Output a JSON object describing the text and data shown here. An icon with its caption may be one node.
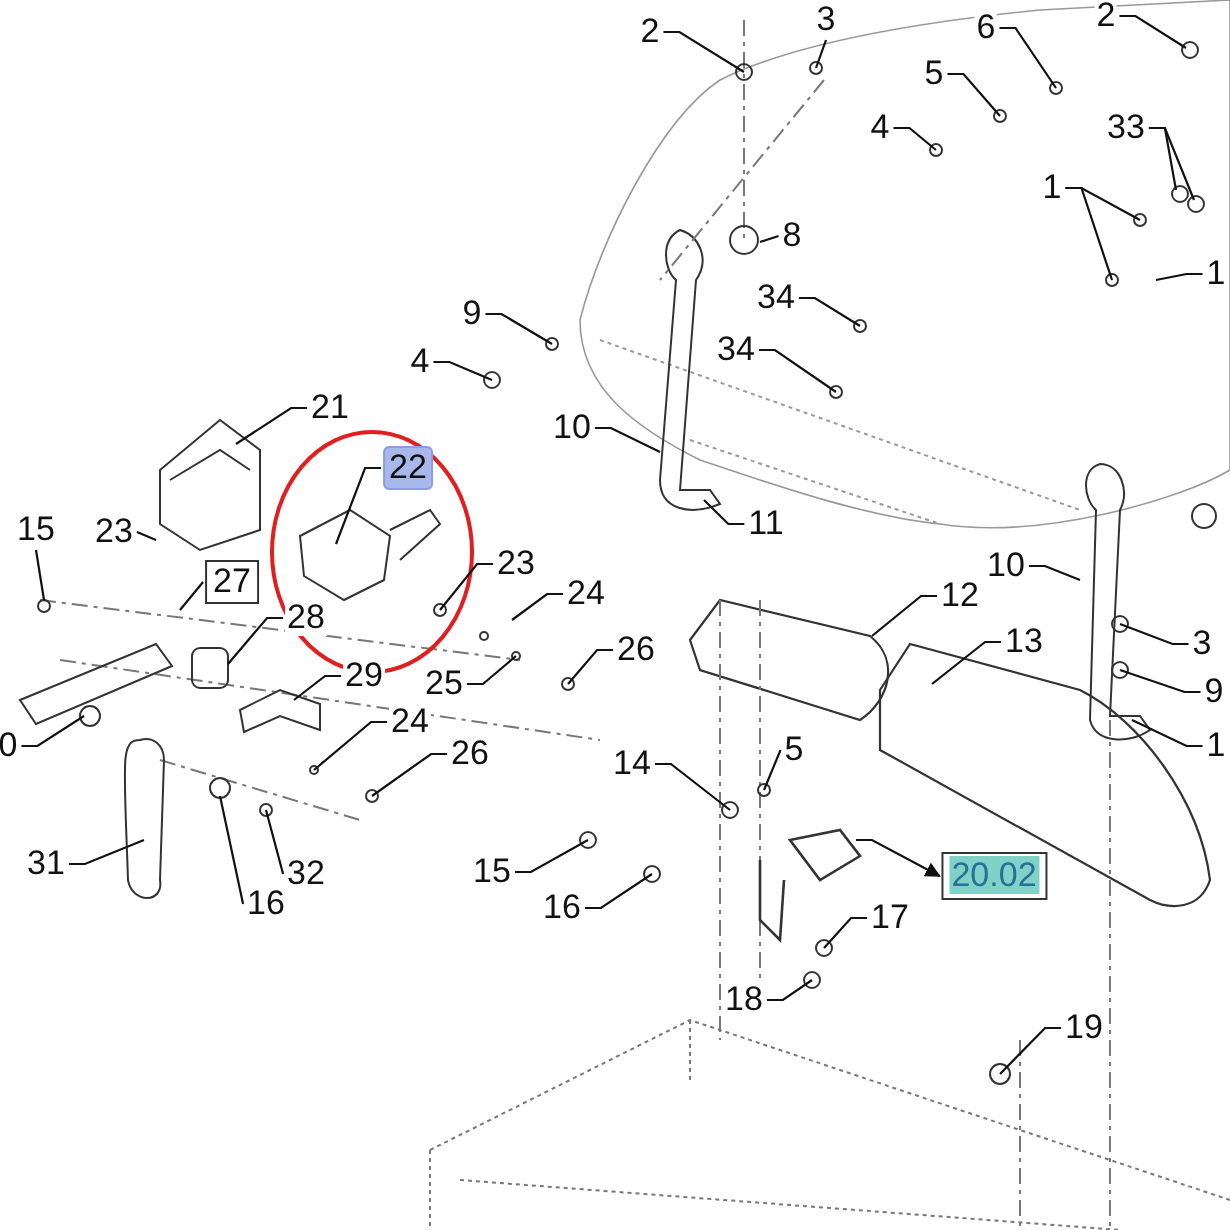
{
  "diagram": {
    "nodes": [
      {
        "text": [
          "2"
        ]
      },
      {
        "text": [
          "3"
        ]
      },
      {
        "text": [
          "2"
        ]
      },
      {
        "text": [
          "6"
        ]
      },
      {
        "text": [
          "5"
        ]
      },
      {
        "text": [
          "4"
        ]
      },
      {
        "text": [
          "33"
        ]
      },
      {
        "text": [
          "1"
        ]
      },
      {
        "text": [
          "1"
        ]
      },
      {
        "text": [
          "8"
        ]
      },
      {
        "text": [
          "9"
        ]
      },
      {
        "text": [
          "4"
        ]
      },
      {
        "text": [
          "34"
        ]
      },
      {
        "text": [
          "34"
        ]
      },
      {
        "text": [
          "10"
        ]
      },
      {
        "text": [
          "11"
        ]
      },
      {
        "text": [
          "21"
        ]
      },
      {
        "text": [
          "22"
        ]
      },
      {
        "text": [
          "15"
        ]
      },
      {
        "text": [
          "23"
        ]
      },
      {
        "text": [
          "27"
        ]
      },
      {
        "text": [
          "23"
        ]
      },
      {
        "text": [
          "24"
        ]
      },
      {
        "text": [
          "28"
        ]
      },
      {
        "text": [
          "29"
        ]
      },
      {
        "text": [
          "25"
        ]
      },
      {
        "text": [
          "26"
        ]
      },
      {
        "text": [
          "24"
        ]
      },
      {
        "text": [
          "26"
        ]
      },
      {
        "text": [
          "0"
        ]
      },
      {
        "text": [
          "31"
        ]
      },
      {
        "text": [
          "32"
        ]
      },
      {
        "text": [
          "16"
        ]
      },
      {
        "text": [
          "15"
        ]
      },
      {
        "text": [
          "16"
        ]
      },
      {
        "text": [
          "14"
        ]
      },
      {
        "text": [
          "5"
        ]
      },
      {
        "text": [
          "12"
        ]
      },
      {
        "text": [
          "13"
        ]
      },
      {
        "text": [
          "3"
        ]
      },
      {
        "text": [
          "9"
        ]
      },
      {
        "text": [
          "1"
        ]
      },
      {
        "text": [
          "10"
        ]
      },
      {
        "text": [
          "20.02"
        ]
      },
      {
        "text": [
          "17"
        ]
      },
      {
        "text": [
          "18"
        ]
      },
      {
        "text": [
          "19"
        ]
      }
    ],
    "edges": [
      {
        "from": 0,
        "to": null,
        "arrow": "none"
      },
      {
        "from": 1,
        "to": null,
        "arrow": "none"
      },
      {
        "from": 2,
        "to": null,
        "arrow": "none"
      },
      {
        "from": 3,
        "to": null,
        "arrow": "none"
      },
      {
        "from": 4,
        "to": null,
        "arrow": "none"
      },
      {
        "from": 5,
        "to": null,
        "arrow": "none"
      },
      {
        "from": 6,
        "to": null,
        "arrow": "none"
      },
      {
        "from": 6,
        "to": null,
        "arrow": "none"
      },
      {
        "from": 7,
        "to": null,
        "arrow": "none"
      },
      {
        "from": 7,
        "to": null,
        "arrow": "none"
      },
      {
        "from": 8,
        "to": null,
        "arrow": "none"
      },
      {
        "from": 9,
        "to": null,
        "arrow": "none"
      },
      {
        "from": 10,
        "to": null,
        "arrow": "none"
      },
      {
        "from": 11,
        "to": null,
        "arrow": "none"
      },
      {
        "from": 12,
        "to": null,
        "arrow": "none"
      },
      {
        "from": 13,
        "to": null,
        "arrow": "none"
      },
      {
        "from": 14,
        "to": null,
        "arrow": "none"
      },
      {
        "from": 15,
        "to": null,
        "arrow": "none"
      },
      {
        "from": 16,
        "to": null,
        "arrow": "none"
      },
      {
        "from": 17,
        "to": null,
        "arrow": "none"
      },
      {
        "from": 18,
        "to": null,
        "arrow": "none"
      },
      {
        "from": 19,
        "to": null,
        "arrow": "none"
      },
      {
        "from": 20,
        "to": null,
        "arrow": "none"
      },
      {
        "from": 21,
        "to": null,
        "arrow": "none"
      },
      {
        "from": 22,
        "to": null,
        "arrow": "none"
      },
      {
        "from": 23,
        "to": null,
        "arrow": "none"
      },
      {
        "from": 24,
        "to": null,
        "arrow": "none"
      },
      {
        "from": 25,
        "to": null,
        "arrow": "none"
      },
      {
        "from": 26,
        "to": null,
        "arrow": "none"
      },
      {
        "from": 27,
        "to": null,
        "arrow": "none"
      },
      {
        "from": 28,
        "to": null,
        "arrow": "none"
      },
      {
        "from": 29,
        "to": null,
        "arrow": "none"
      },
      {
        "from": 30,
        "to": null,
        "arrow": "none"
      },
      {
        "from": 31,
        "to": null,
        "arrow": "none"
      },
      {
        "from": 32,
        "to": null,
        "arrow": "none"
      },
      {
        "from": 33,
        "to": null,
        "arrow": "none"
      },
      {
        "from": 34,
        "to": null,
        "arrow": "none"
      },
      {
        "from": 35,
        "to": null,
        "arrow": "none"
      },
      {
        "from": 36,
        "to": null,
        "arrow": "none"
      },
      {
        "from": 37,
        "to": null,
        "arrow": "none"
      },
      {
        "from": 38,
        "to": null,
        "arrow": "none"
      },
      {
        "from": 39,
        "to": null,
        "arrow": "none"
      },
      {
        "from": 40,
        "to": null,
        "arrow": "none"
      },
      {
        "from": 41,
        "to": null,
        "arrow": "none"
      },
      {
        "from": 42,
        "to": null,
        "arrow": "none"
      },
      {
        "from": null,
        "to": 43,
        "arrow": "to"
      },
      {
        "from": 44,
        "to": null,
        "arrow": "none"
      },
      {
        "from": 45,
        "to": null,
        "arrow": "none"
      },
      {
        "from": 46,
        "to": null,
        "arrow": "none"
      }
    ]
  }
}
